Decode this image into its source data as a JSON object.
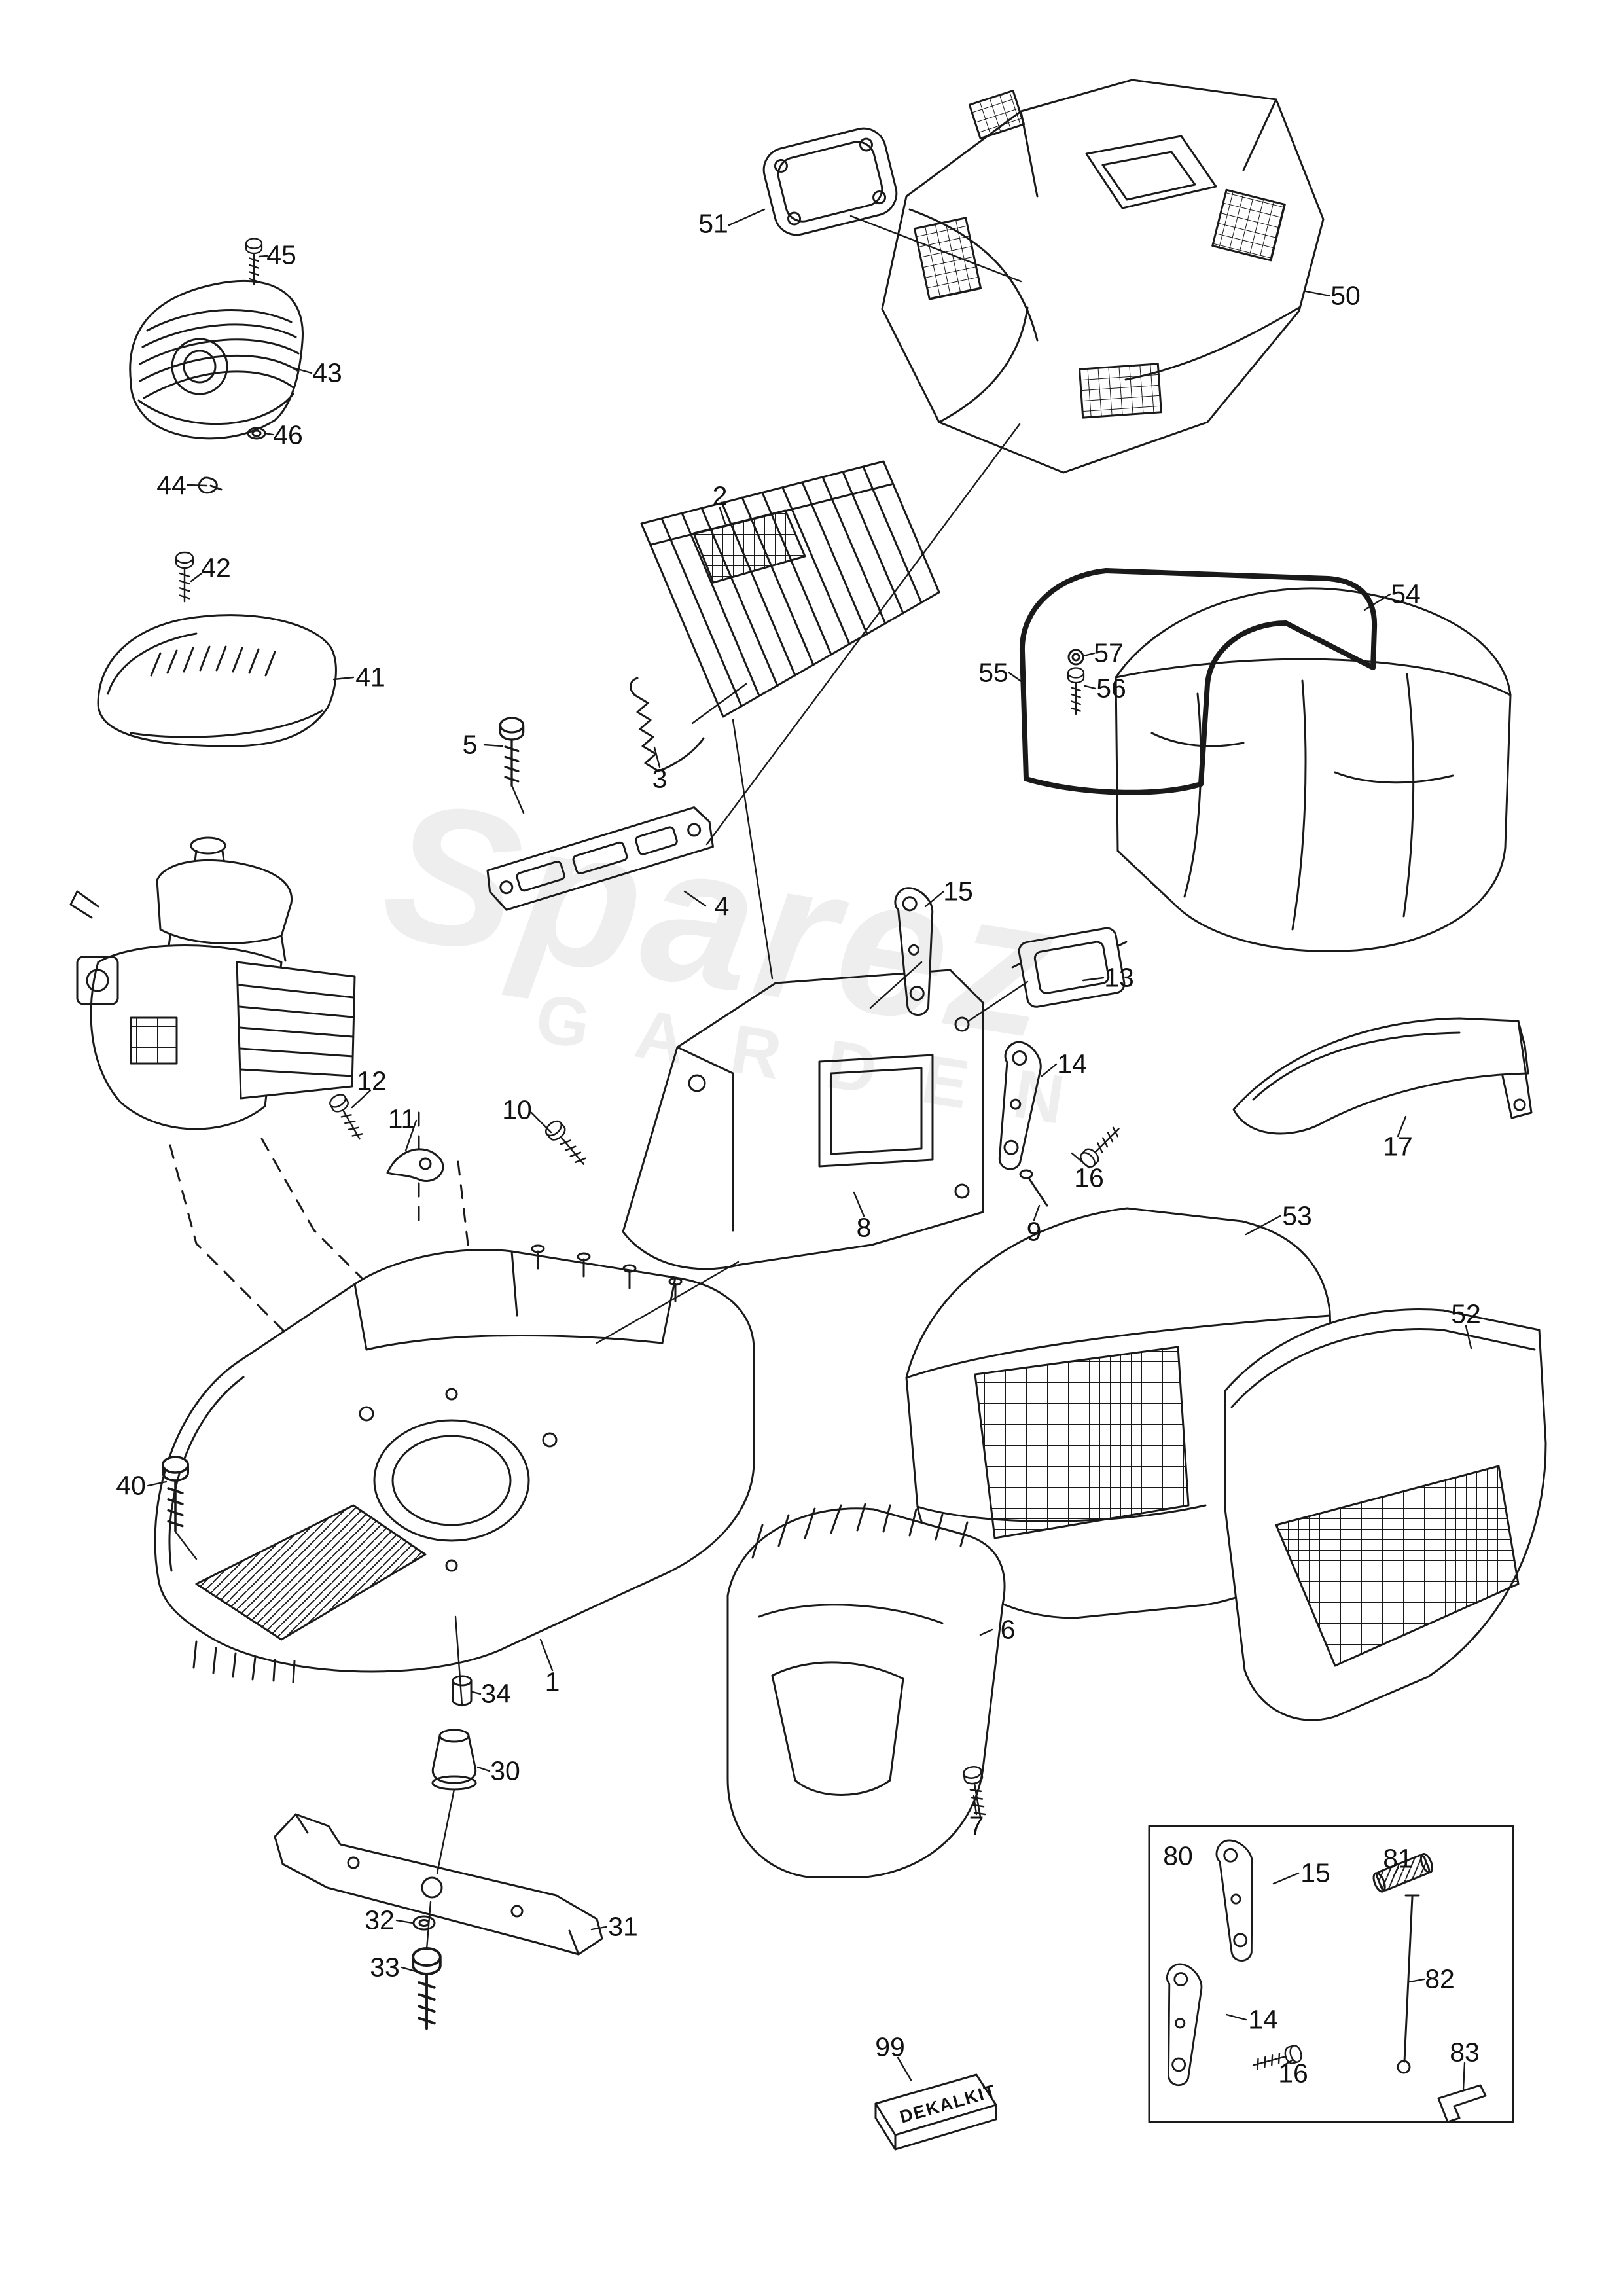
{
  "figure": {
    "type": "exploded-parts-diagram",
    "subject": "lawn mower housing, deck, engine covers and grass catcher",
    "background": "#ffffff",
    "line_color": "#1a1a1a"
  },
  "watermark": {
    "line1": "Sparez",
    "line2": "GARDEN"
  },
  "callouts": {
    "c1": "1",
    "c2": "2",
    "c3": "3",
    "c4": "4",
    "c5": "5",
    "c6": "6",
    "c7": "7",
    "c8": "8",
    "c9": "9",
    "c10": "10",
    "c11": "11",
    "c12": "12",
    "c13": "13",
    "c14": "14",
    "c15": "15",
    "c16": "16",
    "c17": "17",
    "c30": "30",
    "c31": "31",
    "c32": "32",
    "c33": "33",
    "c34": "34",
    "c40": "40",
    "c41": "41",
    "c42": "42",
    "c43": "43",
    "c44": "44",
    "c45": "45",
    "c46": "46",
    "c50": "50",
    "c51": "51",
    "c52": "52",
    "c53": "53",
    "c54": "54",
    "c55": "55",
    "c56": "56",
    "c57": "57",
    "c80": "80",
    "c81": "81",
    "c82": "82",
    "c83": "83",
    "c14b": "14",
    "c15b": "15",
    "c16b": "16",
    "c99": "99"
  },
  "decal": {
    "text": "DEKALKIT"
  }
}
